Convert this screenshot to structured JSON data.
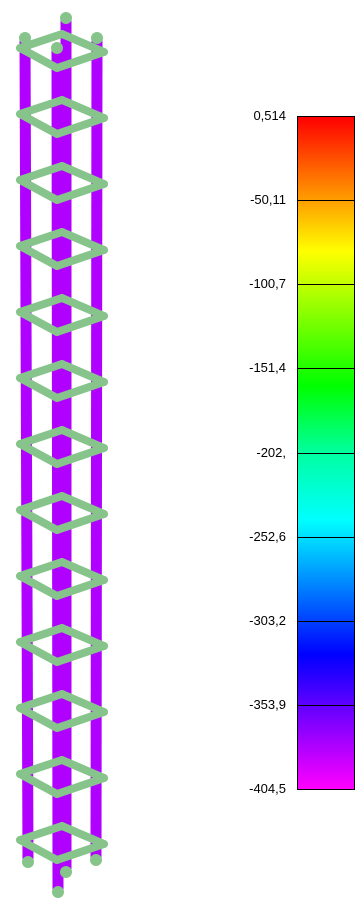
{
  "legend": {
    "labels": [
      "0,514",
      "-50,11",
      "-100,7",
      "-151,4",
      "-202,",
      "-252,6",
      "-303,2",
      "-353,9",
      "-404,5"
    ],
    "gradient_colors": [
      "#ff0000",
      "#ff8000",
      "#ffff00",
      "#80ff00",
      "#00ff00",
      "#00ffa0",
      "#00ffff",
      "#0080ff",
      "#0000ff",
      "#8000ff",
      "#ff00ff"
    ]
  },
  "model": {
    "bar_color": "#b000ff",
    "tie_color": "#86c48b",
    "tie_count": 13
  }
}
